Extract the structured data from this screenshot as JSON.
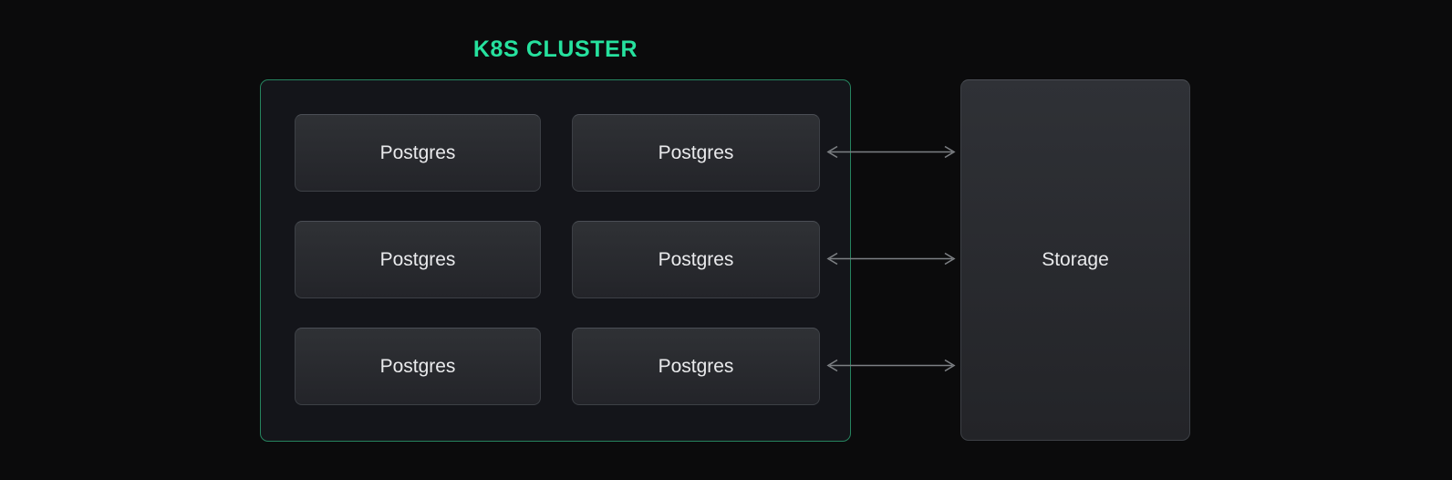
{
  "cluster": {
    "title": "K8S CLUSTER",
    "title_color": "#26e19e",
    "border_color": "#26845f"
  },
  "nodes": [
    {
      "label": "Postgres"
    },
    {
      "label": "Postgres"
    },
    {
      "label": "Postgres"
    },
    {
      "label": "Postgres"
    },
    {
      "label": "Postgres"
    },
    {
      "label": "Postgres"
    }
  ],
  "storage": {
    "label": "Storage"
  },
  "connections": [
    {
      "from": "postgres-row-1",
      "to": "storage",
      "type": "bidirectional"
    },
    {
      "from": "postgres-row-2",
      "to": "storage",
      "type": "bidirectional"
    },
    {
      "from": "postgres-row-3",
      "to": "storage",
      "type": "bidirectional"
    }
  ],
  "colors": {
    "background": "#0b0b0c",
    "cluster_fill": "#14151a",
    "node_border": "#3d4046",
    "node_text": "#e9eaec",
    "arrow": "#7d8084"
  }
}
